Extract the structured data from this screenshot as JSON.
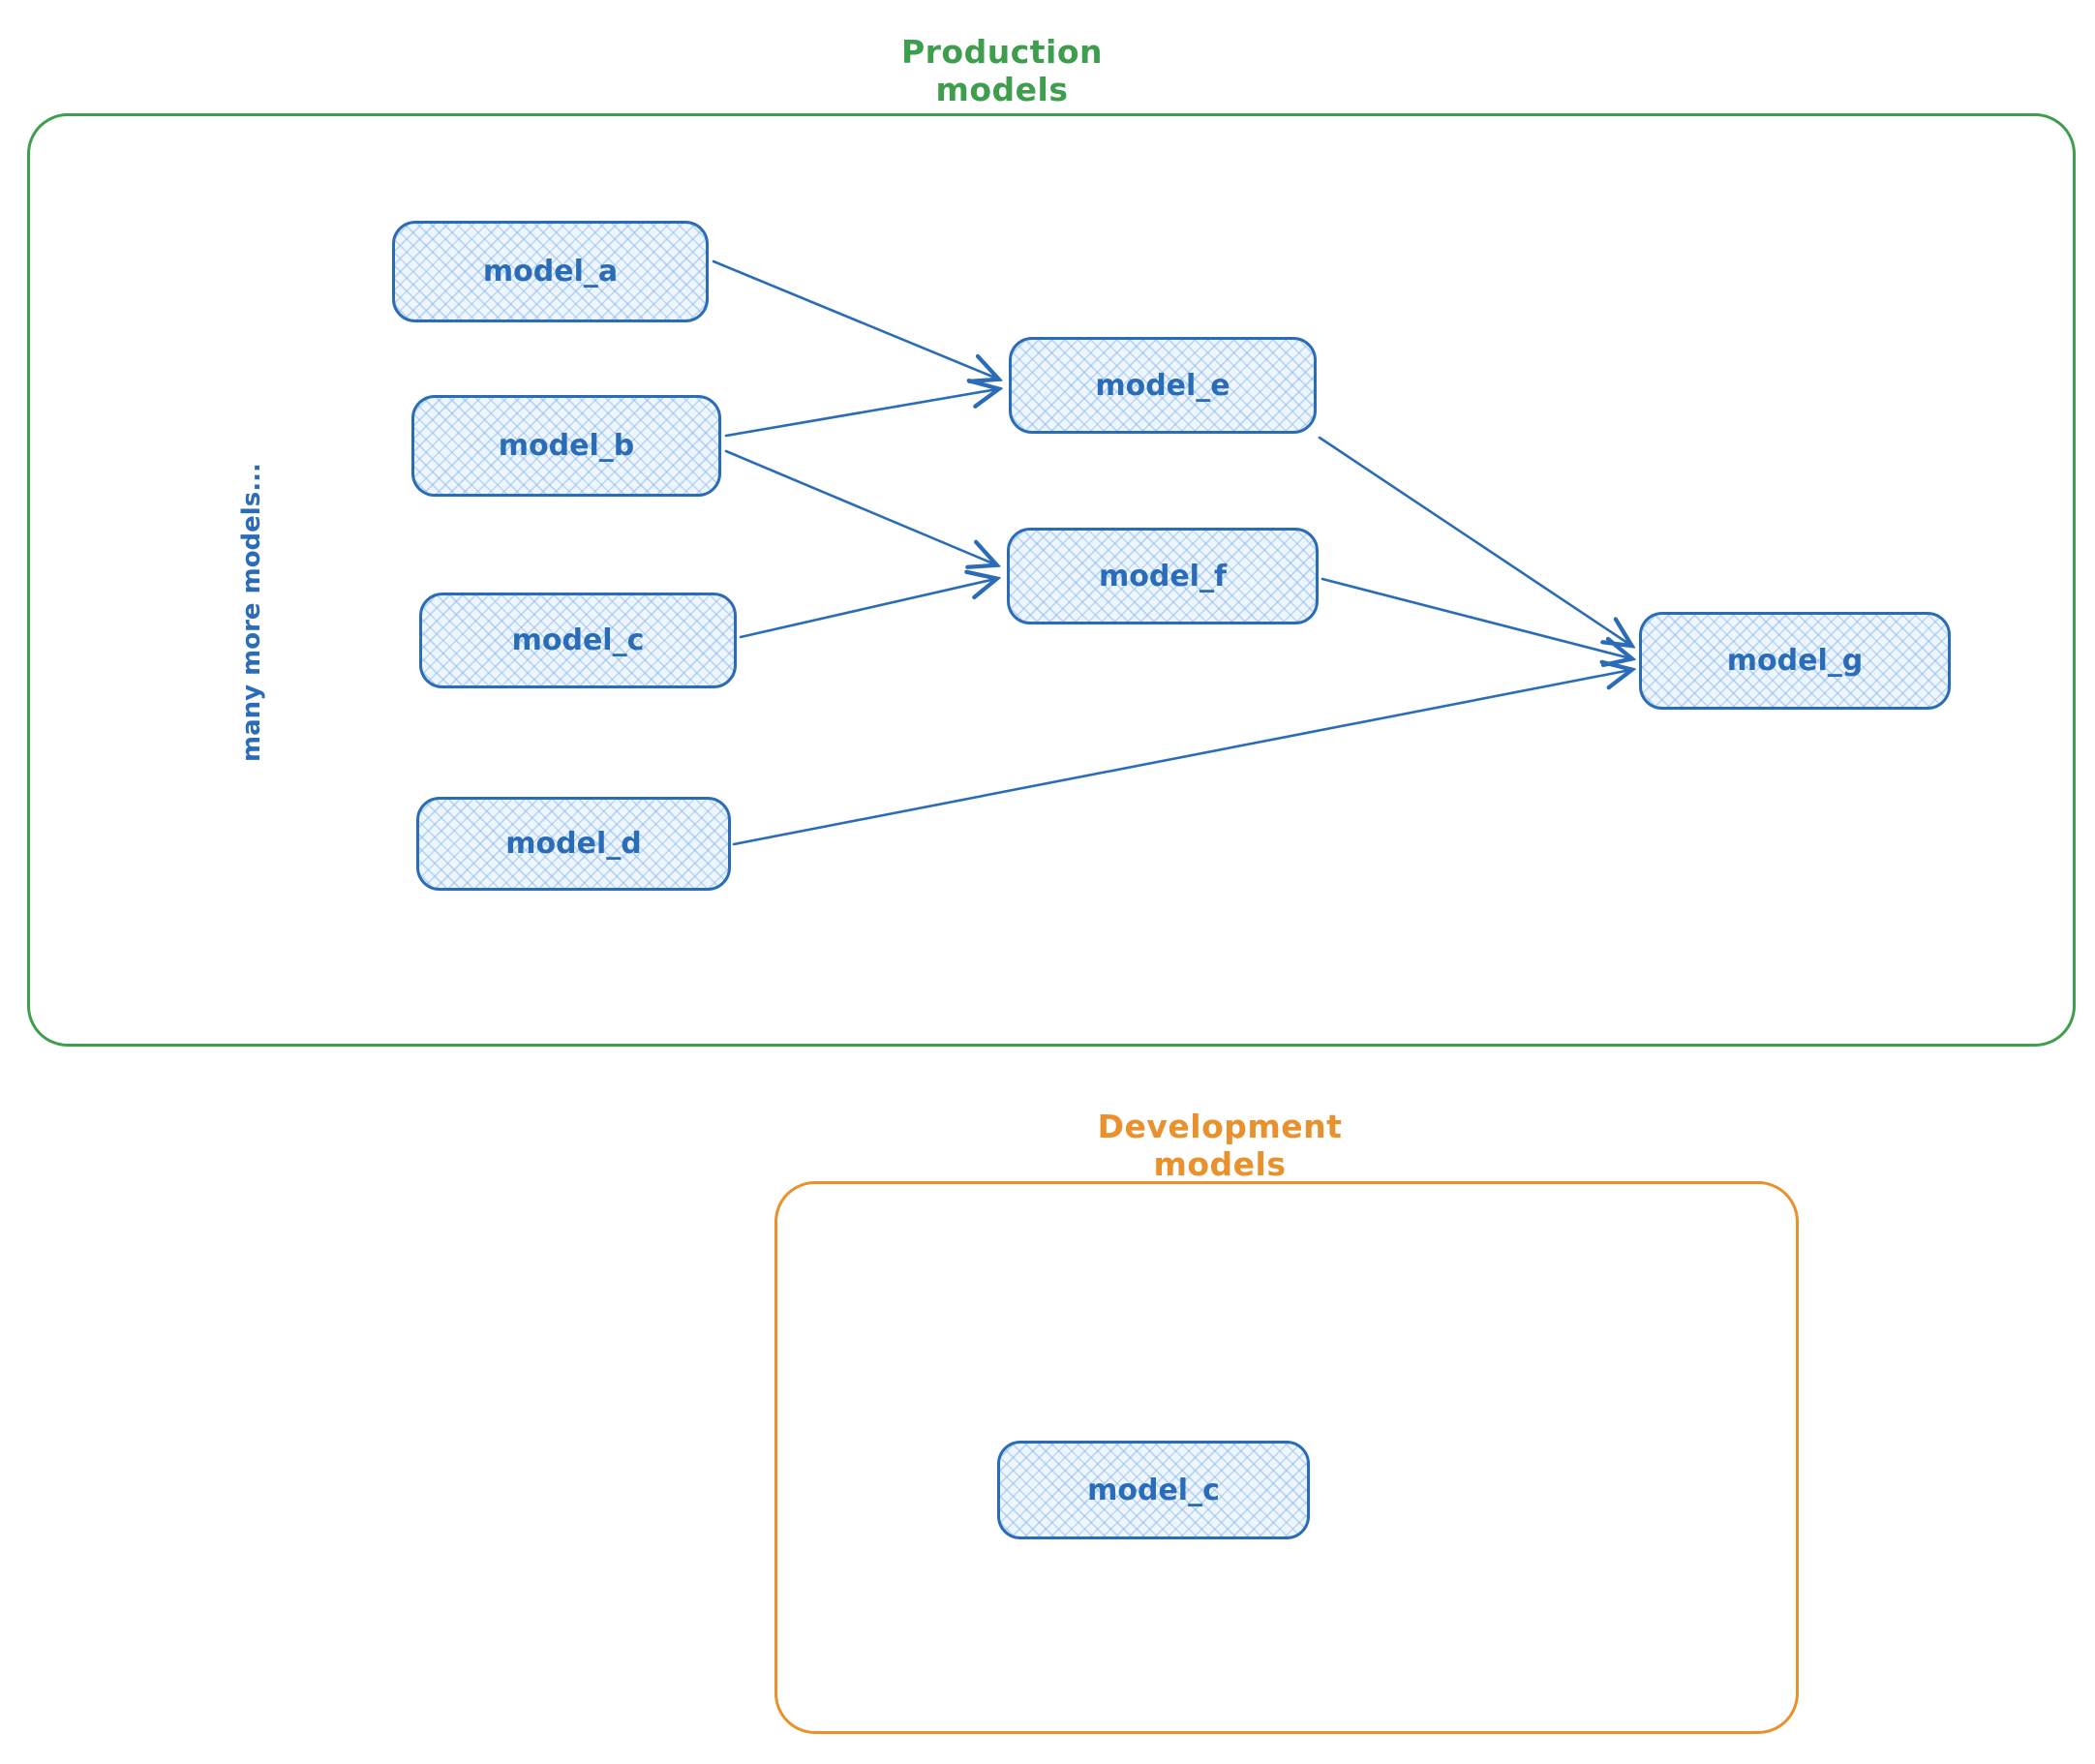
{
  "production": {
    "title": "Production models",
    "side_label": "many more models...",
    "accent_color": "#3f9e4e",
    "nodes": [
      {
        "id": "model_a",
        "label": "model_a"
      },
      {
        "id": "model_b",
        "label": "model_b"
      },
      {
        "id": "model_c",
        "label": "model_c"
      },
      {
        "id": "model_d",
        "label": "model_d"
      },
      {
        "id": "model_e",
        "label": "model_e"
      },
      {
        "id": "model_f",
        "label": "model_f"
      },
      {
        "id": "model_g",
        "label": "model_g"
      }
    ],
    "edges": [
      {
        "from": "model_a",
        "to": "model_e"
      },
      {
        "from": "model_b",
        "to": "model_e"
      },
      {
        "from": "model_b",
        "to": "model_f"
      },
      {
        "from": "model_c",
        "to": "model_f"
      },
      {
        "from": "model_d",
        "to": "model_g"
      },
      {
        "from": "model_e",
        "to": "model_g"
      },
      {
        "from": "model_f",
        "to": "model_g"
      }
    ]
  },
  "development": {
    "title": "Development models",
    "accent_color": "#e8912d",
    "nodes": [
      {
        "id": "model_c_dev",
        "label": "model_c"
      }
    ]
  },
  "node_style": {
    "border_color": "#2b6cb8",
    "fill_color": "#eef5fd",
    "text_color": "#2b6cb8"
  }
}
